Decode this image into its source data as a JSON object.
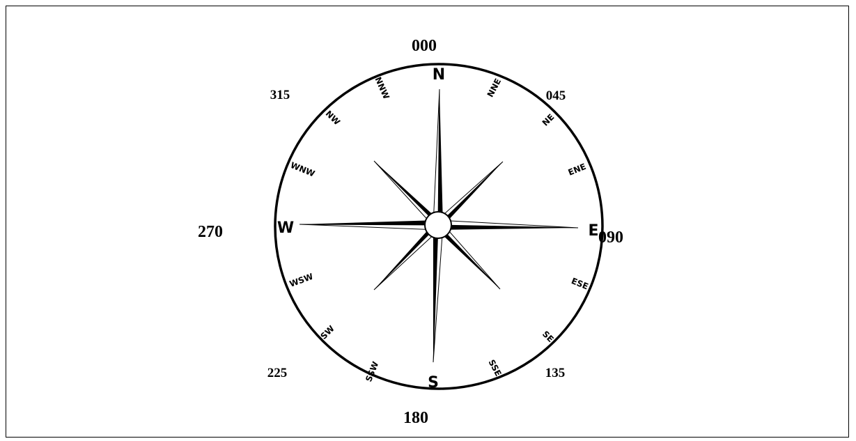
{
  "headings": {
    "h000": "000",
    "h045": "045",
    "h090": "090",
    "h135": "135",
    "h180": "180",
    "h225": "225",
    "h270": "270",
    "h315": "315"
  },
  "points": {
    "N": "N",
    "NNE": "NNE",
    "NE": "NE",
    "ENE": "ENE",
    "E": "E",
    "ESE": "ESE",
    "SE": "SE",
    "SSE": "SSE",
    "S": "S",
    "SSW": "SSW",
    "SW": "SW",
    "WSW": "WSW",
    "W": "W",
    "WNW": "WNW",
    "NW": "NW",
    "NNW": "NNW"
  },
  "colors": {
    "ink": "#000000",
    "paper": "#ffffff"
  }
}
